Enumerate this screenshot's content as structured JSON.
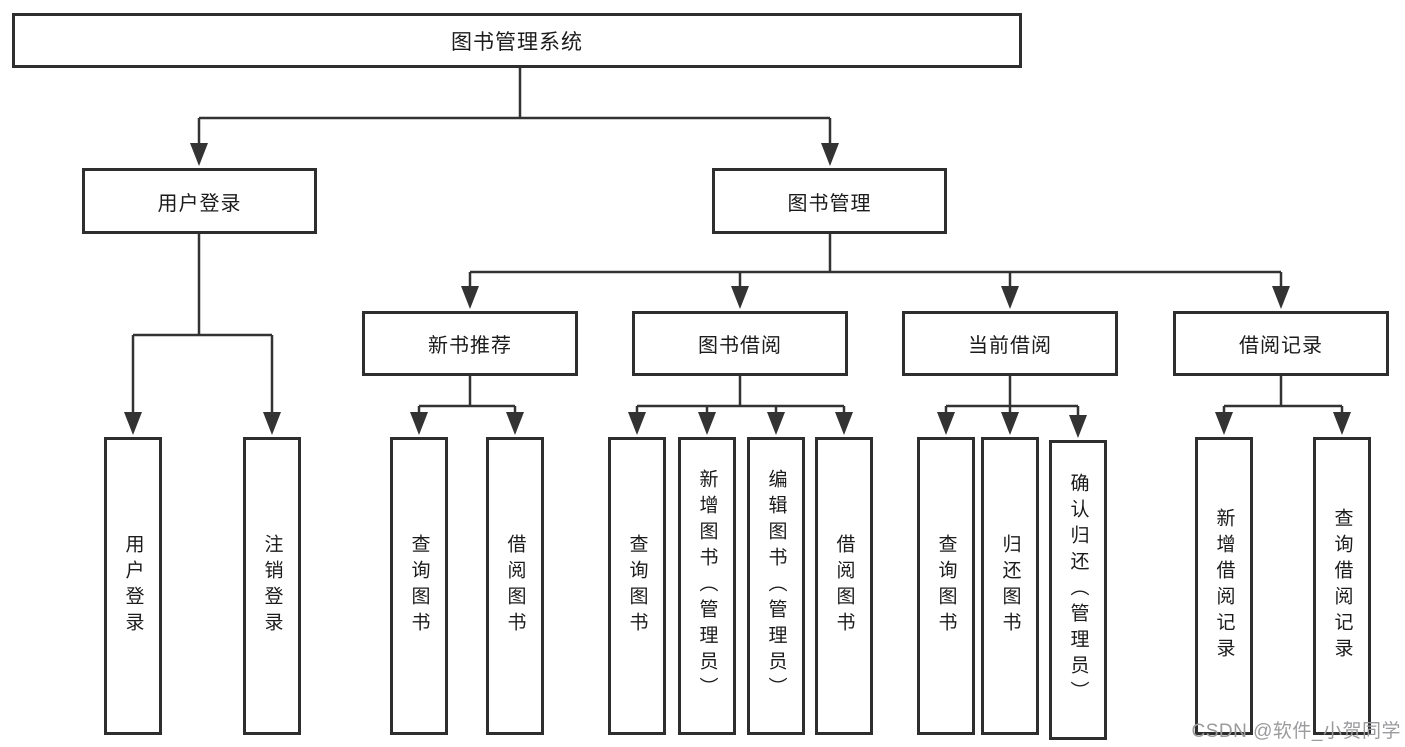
{
  "diagram": {
    "root": {
      "label": "图书管理系统"
    },
    "branches": [
      {
        "label": "用户登录",
        "children": [
          {
            "label": "用户登录"
          },
          {
            "label": "注销登录"
          }
        ]
      },
      {
        "label": "图书管理",
        "children": [
          {
            "label": "新书推荐",
            "children": [
              {
                "label": "查询图书"
              },
              {
                "label": "借阅图书"
              }
            ]
          },
          {
            "label": "图书借阅",
            "children": [
              {
                "label": "查询图书"
              },
              {
                "label": "新增图书（管理员）"
              },
              {
                "label": "编辑图书（管理员）"
              },
              {
                "label": "借阅图书"
              }
            ]
          },
          {
            "label": "当前借阅",
            "children": [
              {
                "label": "查询图书"
              },
              {
                "label": "归还图书"
              },
              {
                "label": "确认归还（管理员）"
              }
            ]
          },
          {
            "label": "借阅记录",
            "children": [
              {
                "label": "新增借阅记录"
              },
              {
                "label": "查询借阅记录"
              }
            ]
          }
        ]
      }
    ]
  },
  "watermark": {
    "text": "CSDN @软件_小贺同学"
  },
  "colors": {
    "line": "#333333",
    "box_border": "#2e2e2e",
    "box_background": "#ffffff",
    "text": "#1b1b1b",
    "watermark": "#9b9b9e"
  }
}
